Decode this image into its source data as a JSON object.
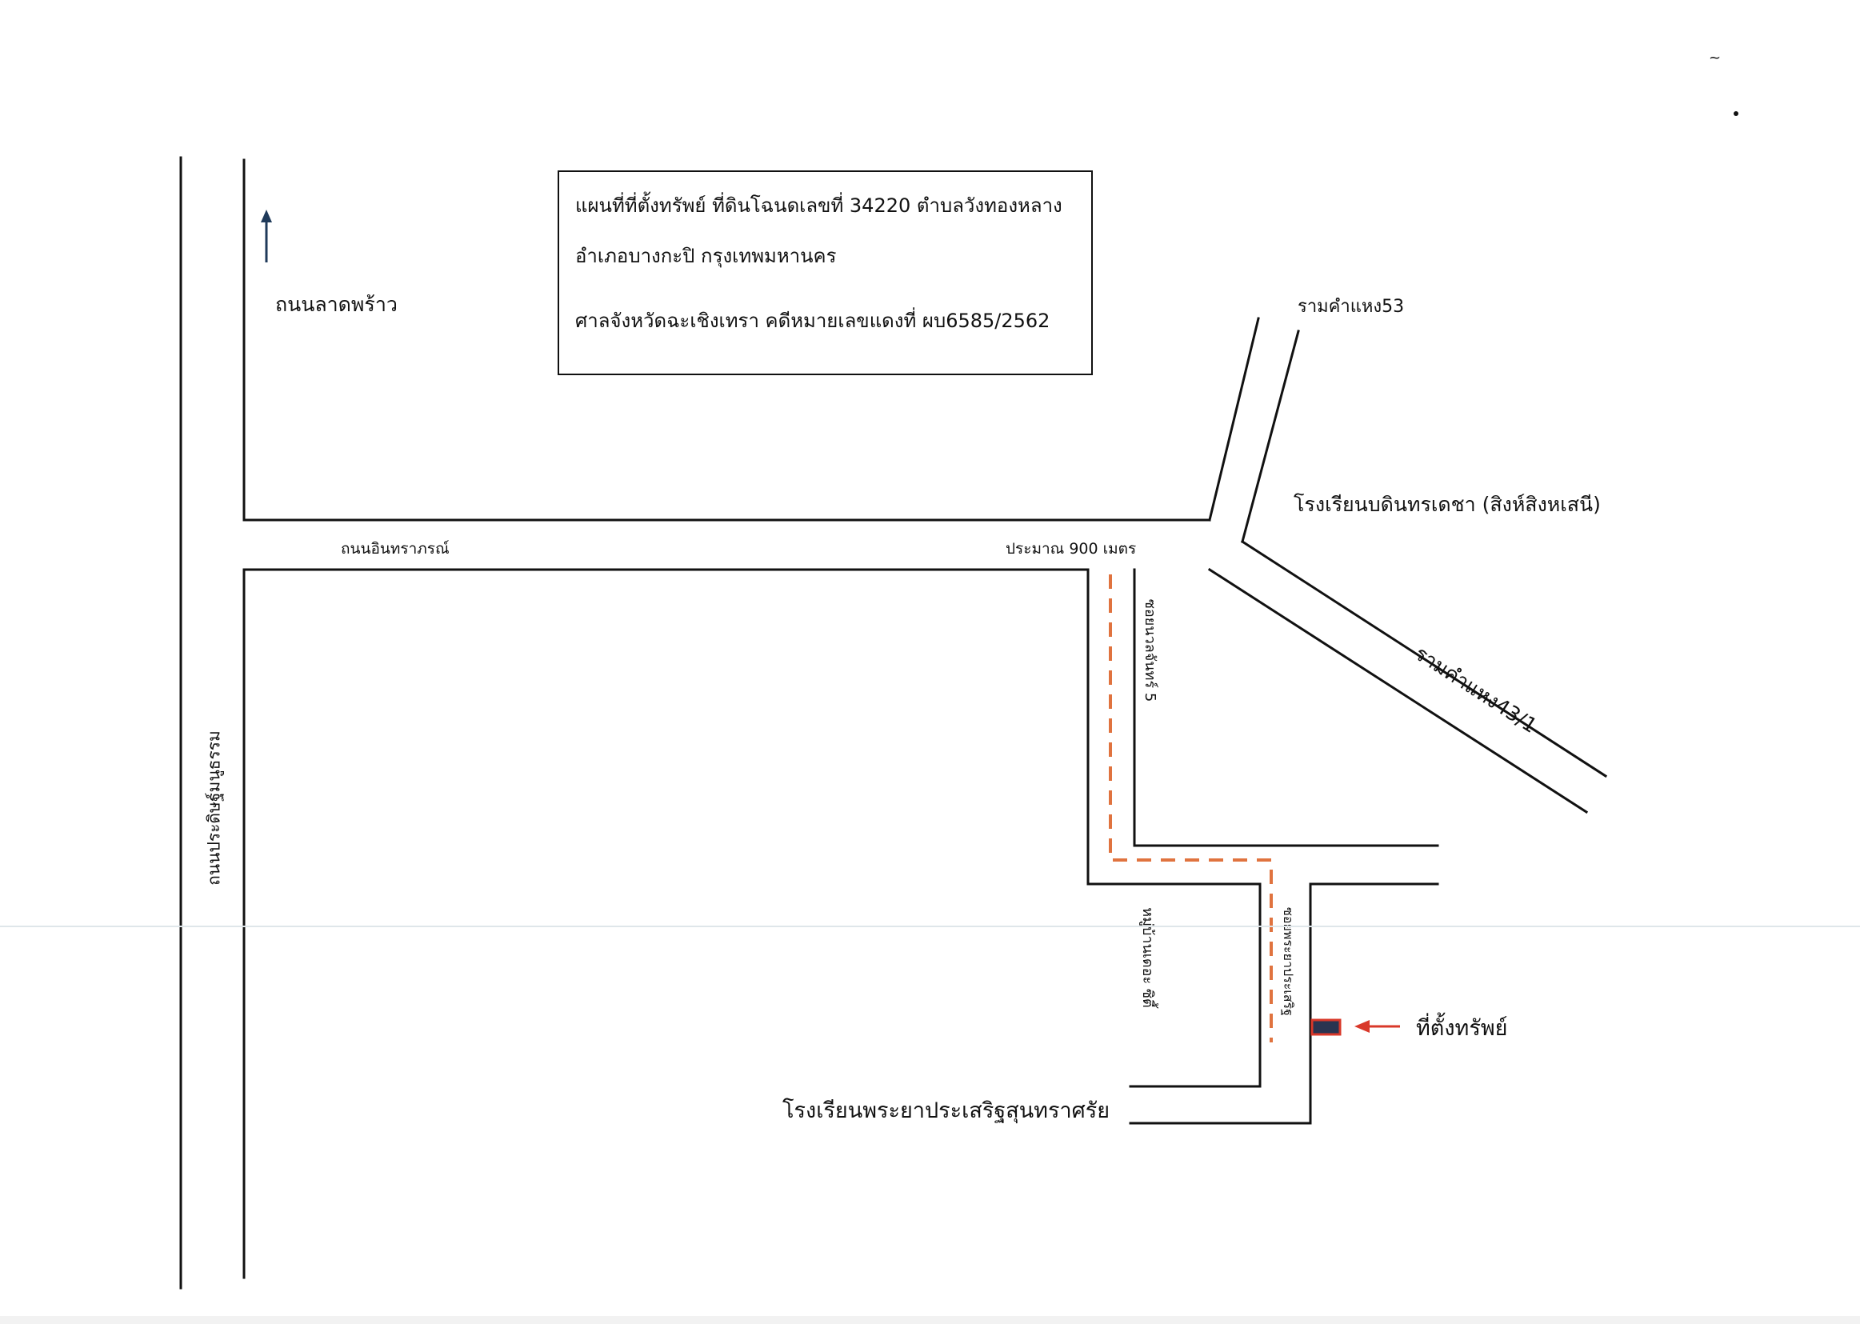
{
  "title_box": {
    "line1": "แผนที่ที่ตั้งทรัพย์ ที่ดินโฉนดเลขที่ 34220 ตำบลวังทองหลาง",
    "line2": "อำเภอบางกะปิ กรุงเทพมหานคร",
    "line3": "ศาลจังหวัดฉะเชิงเทรา คดีหมายเลขแดงที่ ผบ6585/2562"
  },
  "labels": {
    "ladprao": "ถนนลาดพร้าว",
    "prasert": "ถนนประดิษฐ์มนูธรรม",
    "intharaphon": "ถนนอินทราภรณ์",
    "distance": "ประมาณ 900 เมตร",
    "ram53": "รามคำแหง53",
    "school_bodin": "โรงเรียนบดินทรเดชา (สิงห์สิงหเสนี)",
    "ram43_1": "รามคำแหง43/1",
    "soi_left": "ซอยนวลจันทร์ 5",
    "village": "หมู่บ้านเดอะ ซิตี้",
    "soi_right": "ซอยพระยาประเสริฐ",
    "property": "ที่ตั้งทรัพย์",
    "school_phraya": "โรงเรียนพระยาประเสริฐสุนทราศรัย"
  },
  "colors": {
    "road_line": "#111111",
    "route_dashed": "#e0733f",
    "north_arrow": "#1f3a5a",
    "pointer_arrow": "#d9382a",
    "property_fill": "#2a3450",
    "property_border": "#d9382a"
  },
  "icons": {
    "north": "arrow-up-icon",
    "pointer": "arrow-left-icon",
    "property": "building-icon"
  }
}
